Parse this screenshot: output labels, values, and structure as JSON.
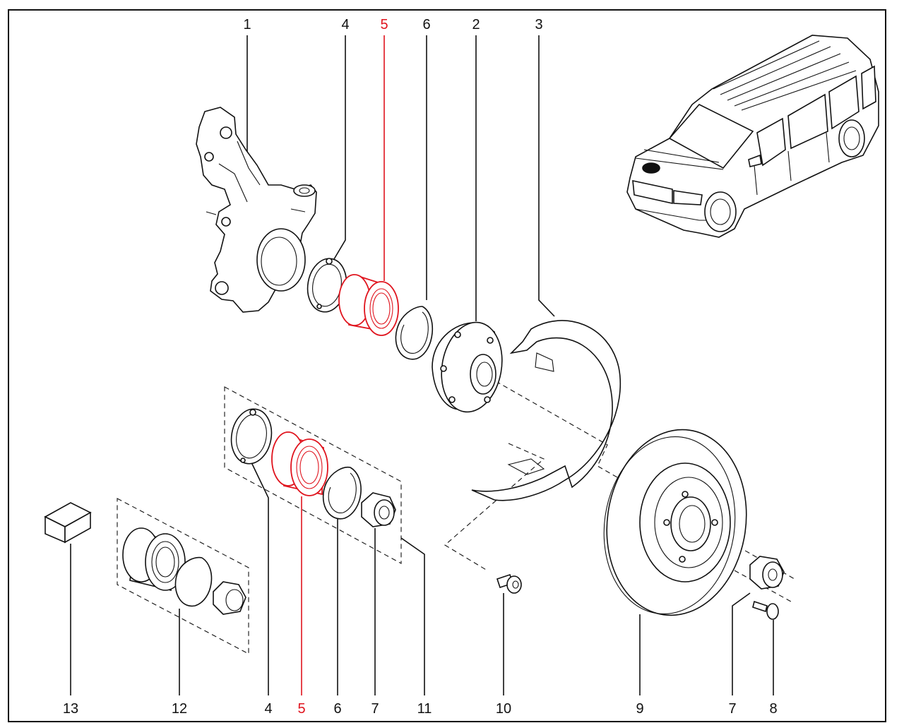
{
  "diagram": {
    "colors": {
      "line": "#111111",
      "highlight": "#e0141e",
      "background": "#ffffff"
    },
    "callouts_top": [
      {
        "id": "top-1",
        "label": "1",
        "highlight": false
      },
      {
        "id": "top-4",
        "label": "4",
        "highlight": false
      },
      {
        "id": "top-5",
        "label": "5",
        "highlight": true
      },
      {
        "id": "top-6",
        "label": "6",
        "highlight": false
      },
      {
        "id": "top-2",
        "label": "2",
        "highlight": false
      },
      {
        "id": "top-3",
        "label": "3",
        "highlight": false
      }
    ],
    "callouts_bottom": [
      {
        "id": "bot-13",
        "label": "13",
        "highlight": false
      },
      {
        "id": "bot-12",
        "label": "12",
        "highlight": false
      },
      {
        "id": "bot-4",
        "label": "4",
        "highlight": false
      },
      {
        "id": "bot-5",
        "label": "5",
        "highlight": true
      },
      {
        "id": "bot-6",
        "label": "6",
        "highlight": false
      },
      {
        "id": "bot-7a",
        "label": "7",
        "highlight": false
      },
      {
        "id": "bot-11",
        "label": "11",
        "highlight": false
      },
      {
        "id": "bot-10",
        "label": "10",
        "highlight": false
      },
      {
        "id": "bot-9",
        "label": "9",
        "highlight": false
      },
      {
        "id": "bot-7b",
        "label": "7",
        "highlight": false
      },
      {
        "id": "bot-8",
        "label": "8",
        "highlight": false
      }
    ]
  }
}
